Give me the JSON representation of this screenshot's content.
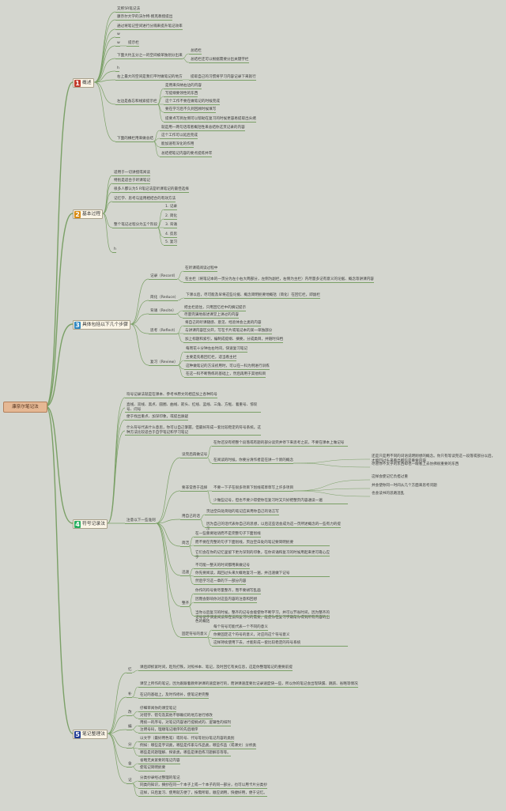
{
  "root": {
    "label": "康奈尔笔记法"
  },
  "colors": {
    "line": "#7aa066",
    "background": "#d4d6cf",
    "branch_fill": "#fbf5e6",
    "root_fill": "#e5b894"
  },
  "branches": [
    {
      "number": "1",
      "label": "概述",
      "badge_color": "#c0392b",
      "items": [
        {
          "text": "又称5R笔记法"
        },
        {
          "text": "康奈尔大学的沃尔特·鲍克教授提出"
        },
        {
          "text": "通过将笔记空间进行分隔来提升笔记效率"
        },
        {
          "text": "w"
        },
        {
          "text": "w",
          "children": [
            {
              "text": "提示栏"
            }
          ]
        },
        {
          "text": "下面大约五分之一的空间被单独划分出来",
          "children": [
            {
              "text": "总结栏"
            },
            {
              "text": "总结栏还可以根据需要分出关键字栏"
            }
          ]
        },
        {
          "text": "h"
        },
        {
          "text": "右上最大的空间是我们平时做笔记的地方",
          "children": [
            {
              "text": "提取自己的习惯将学习内容记录下来就行"
            }
          ]
        },
        {
          "text": "左边是备忘和线索提示栏",
          "children": [
            {
              "text": "是用来归纳右边的内容"
            },
            {
              "text": "写提纲要领性的东西"
            },
            {
              "text": "这个工作不要在做笔记的时候完成"
            },
            {
              "text": "要在学习后不久到回顾时候填写"
            },
            {
              "text": "提要点写到左侧可以帮助在复习的时候更容易提取出头绪"
            }
          ]
        },
        {
          "text": "下面的横栏用来做总结",
          "children": [
            {
              "text": "就是用一两句话或者概括性来总结你这页记录的内容"
            },
            {
              "text": "这个工作可以延后完成"
            },
            {
              "text": "能加速有深化的作用"
            },
            {
              "text": "总结把笔记内容的要点提炼并牢"
            }
          ]
        }
      ]
    },
    {
      "number": "2",
      "label": "基本过程",
      "badge_color": "#d68910",
      "items": [
        {
          "text": "适用于一切讲授或阅读"
        },
        {
          "text": "特别是适合于听课笔记"
        },
        {
          "text": "很多人都认为5 R笔记法是听课笔记的最佳选择"
        },
        {
          "text": "记忆学、思考与运用相结合的有效方法"
        },
        {
          "text": "整个笔记过程分为五个阶段",
          "children": [
            {
              "text": "1. 记录"
            },
            {
              "text": "2. 简化"
            },
            {
              "text": "3. 背诵"
            },
            {
              "text": "4. 反思"
            },
            {
              "text": "5. 复习"
            }
          ]
        },
        {
          "text": "h"
        }
      ]
    },
    {
      "number": "3",
      "label": "具体包括以下几个步骤",
      "badge_color": "#2e86c1",
      "items": [
        {
          "text": "记录（Record）",
          "children": [
            {
              "text": "在听课或阅读过程中"
            },
            {
              "text": "在主栏（将笔记本的一页分为左小右大两部分，左侧为副栏，右侧为主栏）内尽量多记有意义的论据、概念等讲课内容"
            }
          ]
        },
        {
          "text": "简化（Reduce）",
          "children": [
            {
              "text": "下课以后，尽可能及早将这些论据、概念简明扼要地概括（简化）在回忆栏，即副栏"
            }
          ]
        },
        {
          "text": "背诵（Recite）",
          "children": [
            {
              "text": "把主栏遮住，只用回忆栏中的摘记提示"
            },
            {
              "text": "尽量完满地叙述课堂上讲过的内容"
            }
          ]
        },
        {
          "text": "思考（Reflect）",
          "children": [
            {
              "text": "将自己的听课随感、意见、经验体会之类的内容"
            },
            {
              "text": "与讲课内容区分开，写在卡片或笔记本的某一单独部分"
            },
            {
              "text": "加上标题和索引，编制成提纲、摘要，分成类目，并随时归档"
            }
          ]
        },
        {
          "text": "复习（Review）",
          "children": [
            {
              "text": "每周花十分钟左右时间，快速复习笔记"
            },
            {
              "text": "主要是先看回忆栏，适当看主栏"
            },
            {
              "text": "这种做笔记的方法初用时，可以在一科为例进行训练"
            },
            {
              "text": "在这一科不断熟练的基础上，然后再用于其他科目"
            }
          ]
        }
      ]
    },
    {
      "number": "4",
      "label": "符号记录法",
      "badge_color": "#27ae60",
      "items": [
        {
          "text": "符号记录法就是在课本、参考书原文的相应加上各种符号"
        },
        {
          "text": "直线、双线、黑点、圆圈、曲线、箭头、红线、蓝线、三角、方框、着重号、惊叹号、问号"
        },
        {
          "text": "便于找出重点、加深印象，或提出质疑"
        },
        {
          "text": "什么符号代表什么意思，你可以自己掌握，但最好形成一套比较稳定的符号系统。这种方法比较适合于自学笔记和学习笔记"
        },
        {
          "text": "注意以下一些准则",
          "children": [
            {
              "text": "读完后再做记号",
              "children": [
                {
                  "text": "在你还没有把整个段落或有题的部分读完并停下来思考之前，不要在课本上做记号"
                },
                {
                  "text": "在阅读的时候，你要分清作者是在讲一个新的概念",
                  "children": [
                    {
                      "text": "还是只是用不同的词语说明刚想的概念。你只有等读完这一段落或部分以后，才能回过头来看出那些是重要内容"
                    },
                    {
                      "text": "尽管你不太乎的东西却也一眼看上去仿佛很重要的东西"
                    }
                  ]
                }
              ]
            },
            {
              "text": "要非常善于选择",
              "children": [
                {
                  "text": "不要一下子在很多项目下划线或草草写上许多项目",
                  "children": [
                    {
                      "text": "这样会使记忆负担过重"
                    },
                    {
                      "text": "并会使你同一时间从几个方面来思考问题"
                    },
                    {
                      "text": "也会读书的思路混乱"
                    }
                  ]
                },
                {
                  "text": "少做些记号，但也不要少得使你在复习时又只好把整页内容通读一遍"
                }
              ]
            },
            {
              "text": "用自己的话",
              "children": [
                {
                  "text": "页边空白处简短的笔记应采用你自己的语言写"
                },
                {
                  "text": "因为自己的话代表你自己的思想，以后这些话会成为这一页所述概念的一些有力的提示"
                }
              ]
            },
            {
              "text": "简洁",
              "children": [
                {
                  "text": "在一些重要短语而不是完整句子下面划线"
                },
                {
                  "text": "而不要在完整的句子下面划线，页边空白处的笔记要简明扼要"
                },
                {
                  "text": "它们会在你的记忆里留下更为深刻的印象，在你背诵和复习的时候用起来更可靠心应手"
                }
              ]
            },
            {
              "text": "迅速",
              "children": [
                {
                  "text": "不可能一整天的时间都用来做记号"
                },
                {
                  "text": "你先要阅读，再回过头来大概地复习一遍，并迅速做下记号"
                },
                {
                  "text": "然后学习这一章的下一部分内容"
                }
              ]
            },
            {
              "text": "整齐",
              "children": [
                {
                  "text": "你作的符号要尽量整齐，而不要胡写乱画"
                },
                {
                  "text": "因而会影响你对这些内容的注意和回想"
                },
                {
                  "text": "当你以后复习的时候，整齐的记号会能使你不断学习，并可以节省时间，因为整齐的记号便于快速阅读和在读和复习时的需要，能使你在复习学期帮你得到所有内容的出色的概括"
                }
              ]
            },
            {
              "text": "固定符号的意义",
              "children": [
                {
                  "text": "每个符号可能代表一个不同的意义"
                },
                {
                  "text": "你要固定这个符号的意义，对应的这个符号意义"
                },
                {
                  "text": "这样持续使用下去，才能形成一套比较稳定的符号系统"
                }
              ]
            }
          ]
        }
      ]
    },
    {
      "number": "5",
      "label": "笔记整理法",
      "badge_color": "#1f3a93",
      "items": [
        {
          "text": "忆",
          "children": [
            {
              "text": "课后即抓紧时间，趁热打铁，对照书本、笔记，及时回忆有关信息，这是你整理笔记的重要前提"
            }
          ]
        },
        {
          "text": "补",
          "children": [
            {
              "text": "课堂上所作的笔记，因为跟跟着教师讲课的速度进行的，而讲课速度要比记录速度快一些，所以你的笔记会出现缺漏、跳跃、省略等情况"
            },
            {
              "text": "在记的基础上，及时作修补，使笔记更完整"
            }
          ]
        },
        {
          "text": "改",
          "children": [
            {
              "text": "仔细审阅你的课堂笔记"
            },
            {
              "text": "对错字、错句及其他不够确切的地方进行修改"
            }
          ]
        },
        {
          "text": "编",
          "children": [
            {
              "text": "用统一的序号，对笔记内容进行提纲式的、逻辑性的排列"
            },
            {
              "text": "注明号码，理顺笔记顺序的先后顺序"
            }
          ]
        },
        {
          "text": "分",
          "children": [
            {
              "text": "以文字（最好用色笔）或符号、代号等划分笔记内容的类别"
            },
            {
              "text": "例如：哪些是字词类，哪些是作家与作品类，哪些作品（或课文）分析类"
            },
            {
              "text": "哪些是问题理解、探索类，哪些是课后练习题解答等等。"
            }
          ]
        },
        {
          "text": "舍",
          "children": [
            {
              "text": "省略无关紧要的笔记内容"
            },
            {
              "text": "使笔记简明扼要"
            }
          ]
        },
        {
          "text": "记",
          "children": [
            {
              "text": "分类抄录经过整理的笔记"
            },
            {
              "text": "同类的知识，摘抄在同一个本子上或一个本子的同一部分，也可以用卡片分类抄"
            },
            {
              "text": "这样，日后复习、使用就方便了，按需所取，顺应调用，快捷好用，便于记忆。"
            }
          ]
        }
      ]
    }
  ]
}
